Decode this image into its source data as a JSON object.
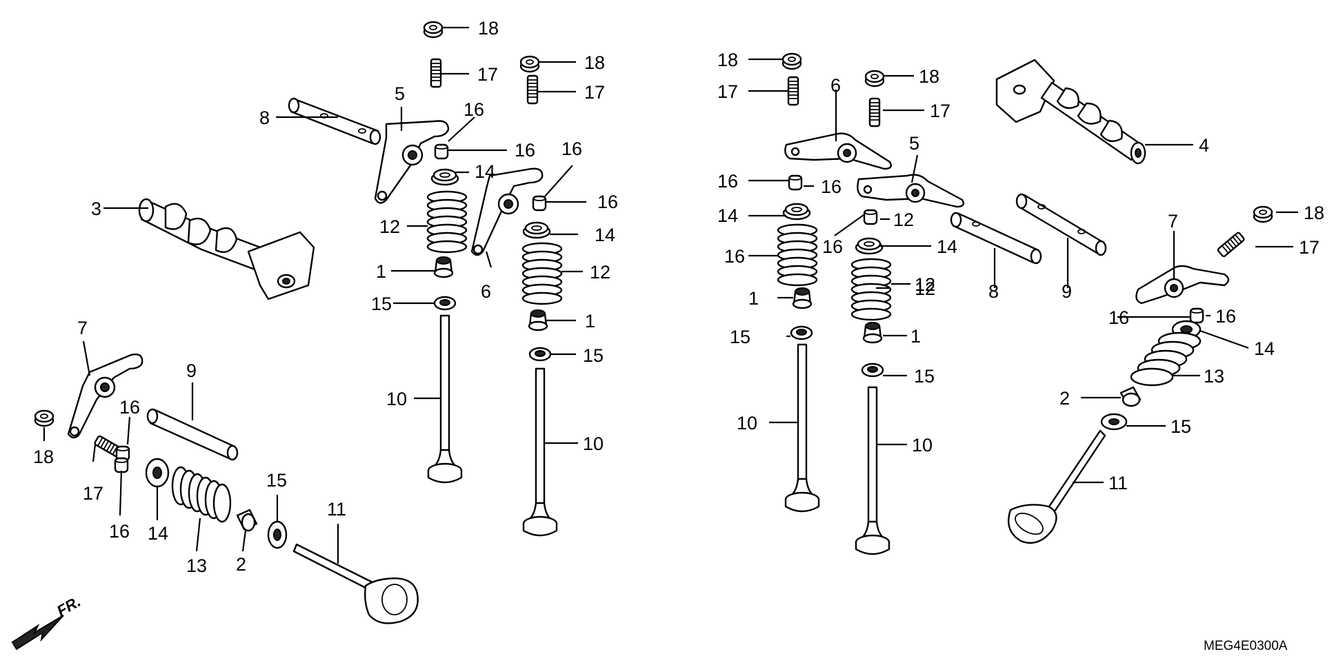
{
  "diagram_code": "MEG4E0300A",
  "front_marker": "FR.",
  "callouts": [
    "18",
    "17",
    "18",
    "17",
    "8",
    "5",
    "16",
    "16",
    "14",
    "16",
    "16",
    "3",
    "12",
    "14",
    "1",
    "12",
    "15",
    "6",
    "1",
    "15",
    "10",
    "10",
    "7",
    "9",
    "16",
    "18",
    "17",
    "16",
    "14",
    "13",
    "2",
    "15",
    "11",
    "18",
    "17",
    "18",
    "6",
    "17",
    "4",
    "16",
    "16",
    "5",
    "14",
    "18",
    "16",
    "12",
    "16",
    "14",
    "17",
    "12",
    "8",
    "9",
    "7",
    "1",
    "12",
    "16",
    "16",
    "15",
    "1",
    "14",
    "15",
    "13",
    "10",
    "10",
    "2",
    "15",
    "11"
  ]
}
